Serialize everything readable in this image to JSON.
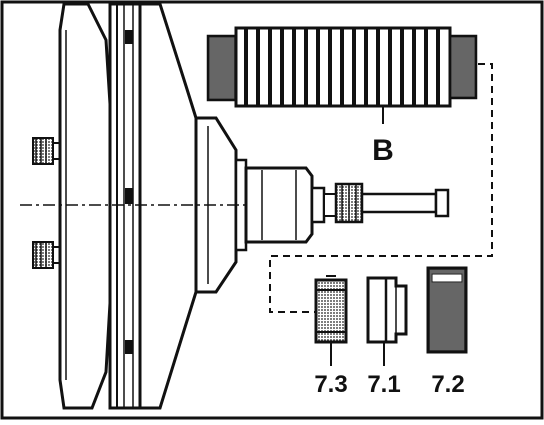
{
  "diagram": {
    "labels": {
      "boot": "B",
      "part_7_3": "7.3",
      "part_7_1": "7.1",
      "part_7_2": "7.2"
    },
    "colors": {
      "ink": "#111111",
      "paper": "#ffffff",
      "shade": "#555555"
    }
  }
}
